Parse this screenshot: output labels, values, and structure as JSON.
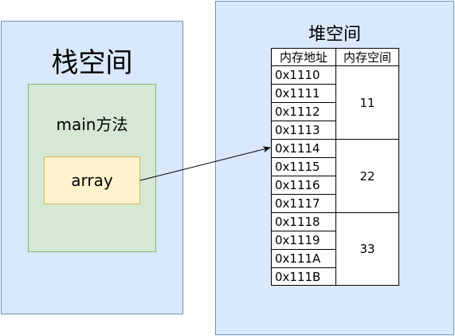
{
  "stack": {
    "title": "栈空间",
    "method_label": "main方法",
    "variable_label": "array"
  },
  "heap": {
    "title": "堆空间",
    "headers": [
      "内存地址",
      "内存空间"
    ],
    "addresses": [
      "0x1110",
      "0x1111",
      "0x1112",
      "0x1113",
      "0x1114",
      "0x1115",
      "0x1116",
      "0x1117",
      "0x1118",
      "0x1119",
      "0x111A",
      "0x111B"
    ],
    "values": [
      "11",
      "22",
      "33"
    ]
  }
}
